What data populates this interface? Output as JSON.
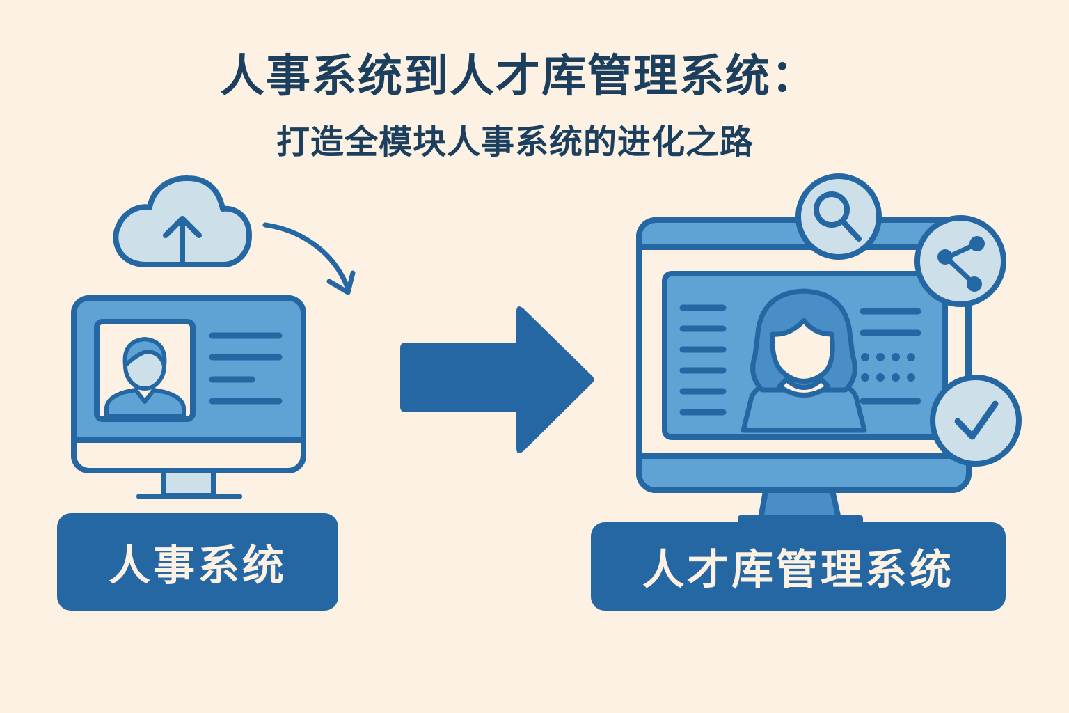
{
  "header": {
    "title": "人事系统到人才库管理系统：",
    "subtitle": "打造全模块人事系统的进化之路"
  },
  "left": {
    "label": "人事系统",
    "icons": [
      "cloud-upload-icon",
      "curved-arrow-icon",
      "monitor-icon",
      "male-profile-icon"
    ]
  },
  "center": {
    "icon": "right-arrow-icon"
  },
  "right": {
    "label": "人才库管理系统",
    "icons": [
      "monitor-icon",
      "female-profile-icon",
      "search-icon",
      "share-network-icon",
      "checkmark-icon"
    ]
  },
  "colors": {
    "background": "#fcf1e3",
    "title": "#1c3f5e",
    "primary": "#2467a2",
    "screen": "#5fa3d4",
    "light": "#cde0ea"
  }
}
